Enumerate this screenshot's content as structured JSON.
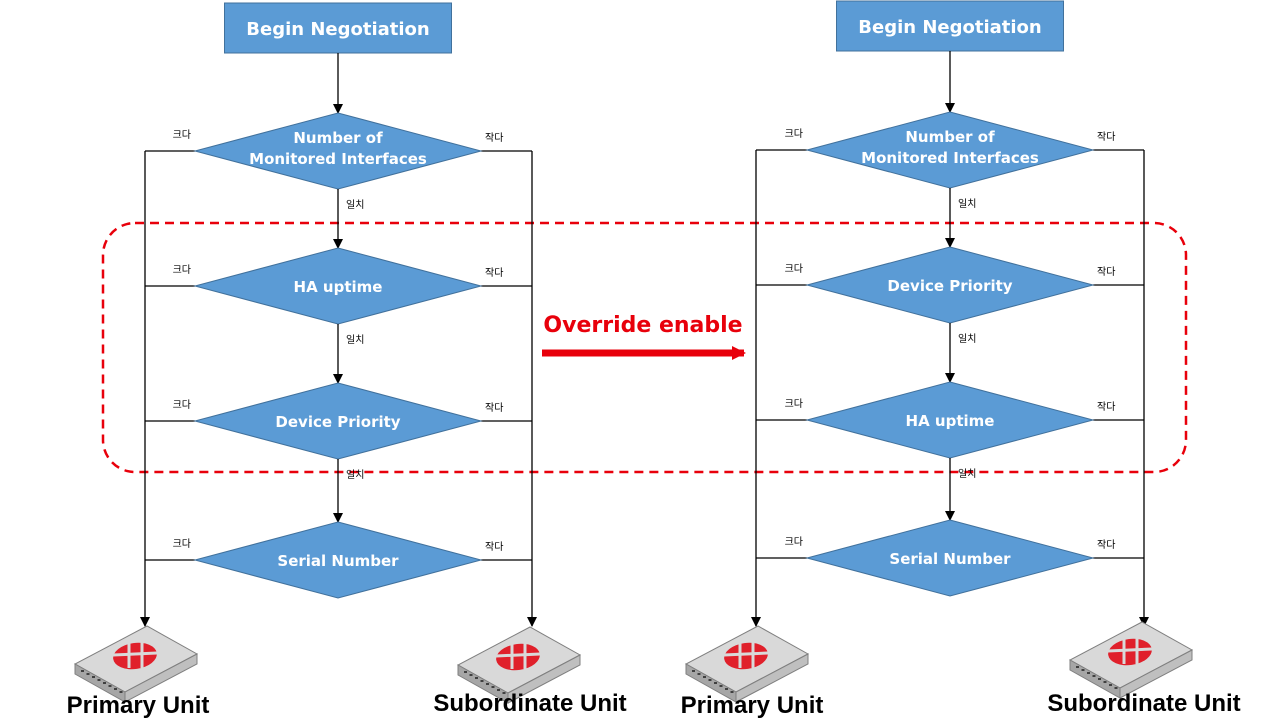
{
  "colors": {
    "node_fill": "#5b9bd5",
    "node_stroke": "#41719c",
    "highlight": "#e8000b",
    "device_logo": "#e0202b"
  },
  "left": {
    "start": "Begin Negotiation",
    "decisions": [
      {
        "lines": [
          "Number of",
          "Monitored Interfaces"
        ],
        "greater": "크다",
        "less": "작다"
      },
      {
        "lines": [
          "HA uptime"
        ],
        "greater": "크다",
        "less": "작다"
      },
      {
        "lines": [
          "Device Priority"
        ],
        "greater": "크다",
        "less": "작다"
      },
      {
        "lines": [
          "Serial Number"
        ],
        "greater": "크다",
        "less": "작다"
      }
    ],
    "equal_labels": [
      "일치",
      "일치",
      "일치"
    ],
    "primary": "Primary Unit",
    "subordinate": "Subordinate Unit"
  },
  "right": {
    "start": "Begin Negotiation",
    "decisions": [
      {
        "lines": [
          "Number of",
          "Monitored Interfaces"
        ],
        "greater": "크다",
        "less": "작다"
      },
      {
        "lines": [
          "Device Priority"
        ],
        "greater": "크다",
        "less": "작다"
      },
      {
        "lines": [
          "HA uptime"
        ],
        "greater": "크다",
        "less": "작다"
      },
      {
        "lines": [
          "Serial Number"
        ],
        "greater": "크다",
        "less": "작다"
      }
    ],
    "equal_labels": [
      "일치",
      "일치",
      "일치"
    ],
    "primary": "Primary Unit",
    "subordinate": "Subordinate Unit"
  },
  "override_label": "Override enable",
  "device_icon": "fortinet-appliance-icon"
}
